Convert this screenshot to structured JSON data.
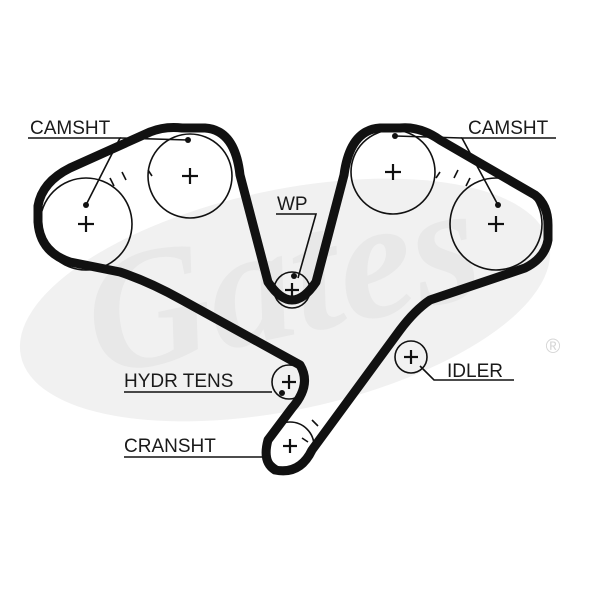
{
  "watermark": {
    "brand_text": "Gates",
    "registered_mark": "®"
  },
  "labels": {
    "camshaft_left": "CAMSHT",
    "camshaft_right": "CAMSHT",
    "water_pump": "WP",
    "hydraulic_tensioner": "HYDR TENS",
    "idler": "IDLER",
    "crankshaft": "CRANSHT"
  },
  "colors": {
    "belt": "#111111",
    "watermark": "#e8e8e8",
    "text": "#1a1a1a"
  }
}
